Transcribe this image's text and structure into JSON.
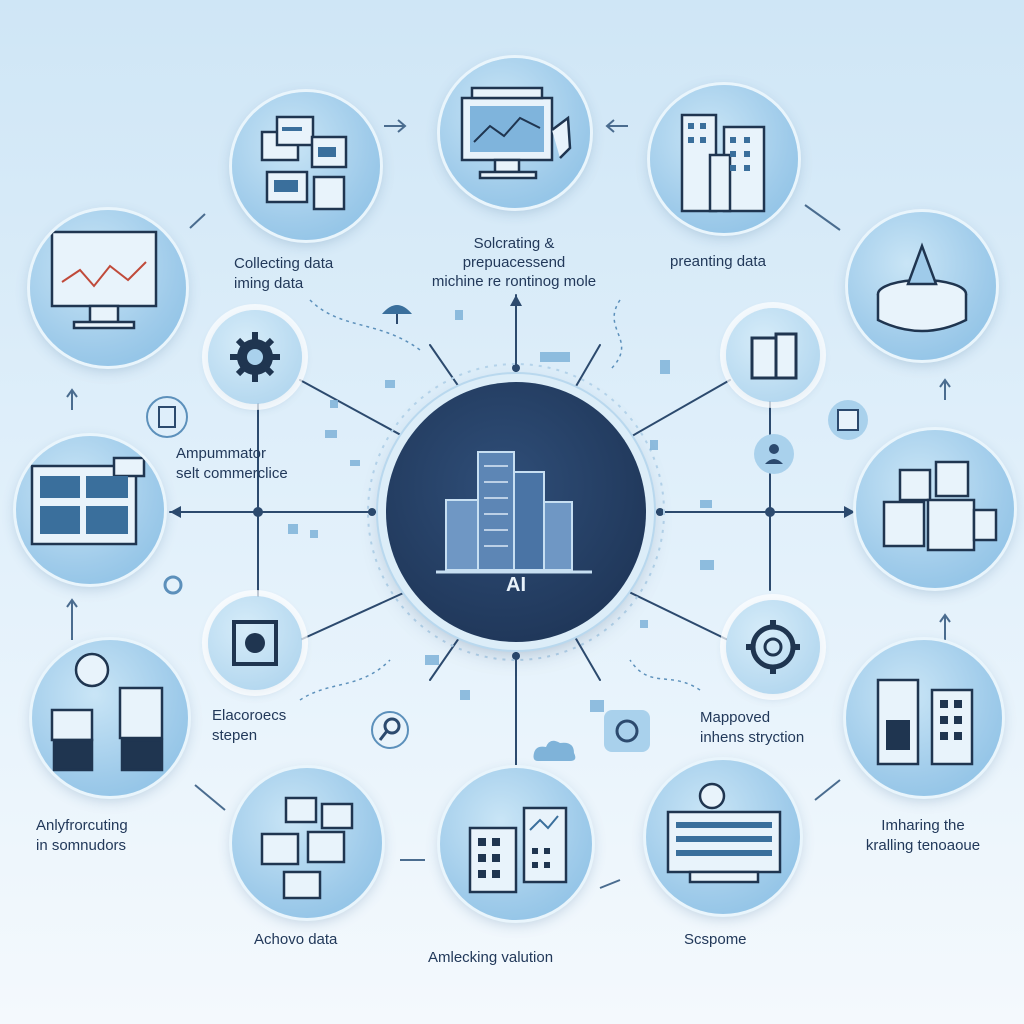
{
  "hub": {
    "label": "AI"
  },
  "labels": {
    "top_left": [
      "Collecting data",
      "iming data"
    ],
    "top_center": [
      "Solcrating &",
      "prepuacessend",
      "michine re rontinog mole"
    ],
    "top_right": [
      "preanting data"
    ],
    "mid_left": [
      "Ampummator",
      "selt commerclice"
    ],
    "lower_left_inner": [
      "Elacoroecs",
      "stepen"
    ],
    "lower_right_inner": [
      "Mappoved",
      "inhens stryction"
    ],
    "bottom_left_outer": [
      "Anlyfrorcuting",
      "in somnudors"
    ],
    "bottom_right_outer": [
      "Imharing the",
      "kralling tenoaoue"
    ],
    "bottom_1": [
      "Achovo data"
    ],
    "bottom_2": [
      "Amlecking valution"
    ],
    "bottom_3": [
      "Scspome"
    ]
  },
  "colors": {
    "line": "#2c4a6e",
    "accent": "#2d6fa6",
    "hub": "#21395c"
  },
  "icons": {
    "n1": "documents-icon",
    "n2": "monitor-chart-icon",
    "n3": "buildings-icon",
    "n4": "database-icon",
    "n5": "monitor-graph-icon",
    "n6": "server-stack-icon",
    "n7": "devices-icon",
    "n8": "folders-icon",
    "n9": "calculator-tablet-icon",
    "n10": "printer-machine-icon",
    "n11": "storage-boxes-icon",
    "n12": "cube-structure-icon"
  }
}
